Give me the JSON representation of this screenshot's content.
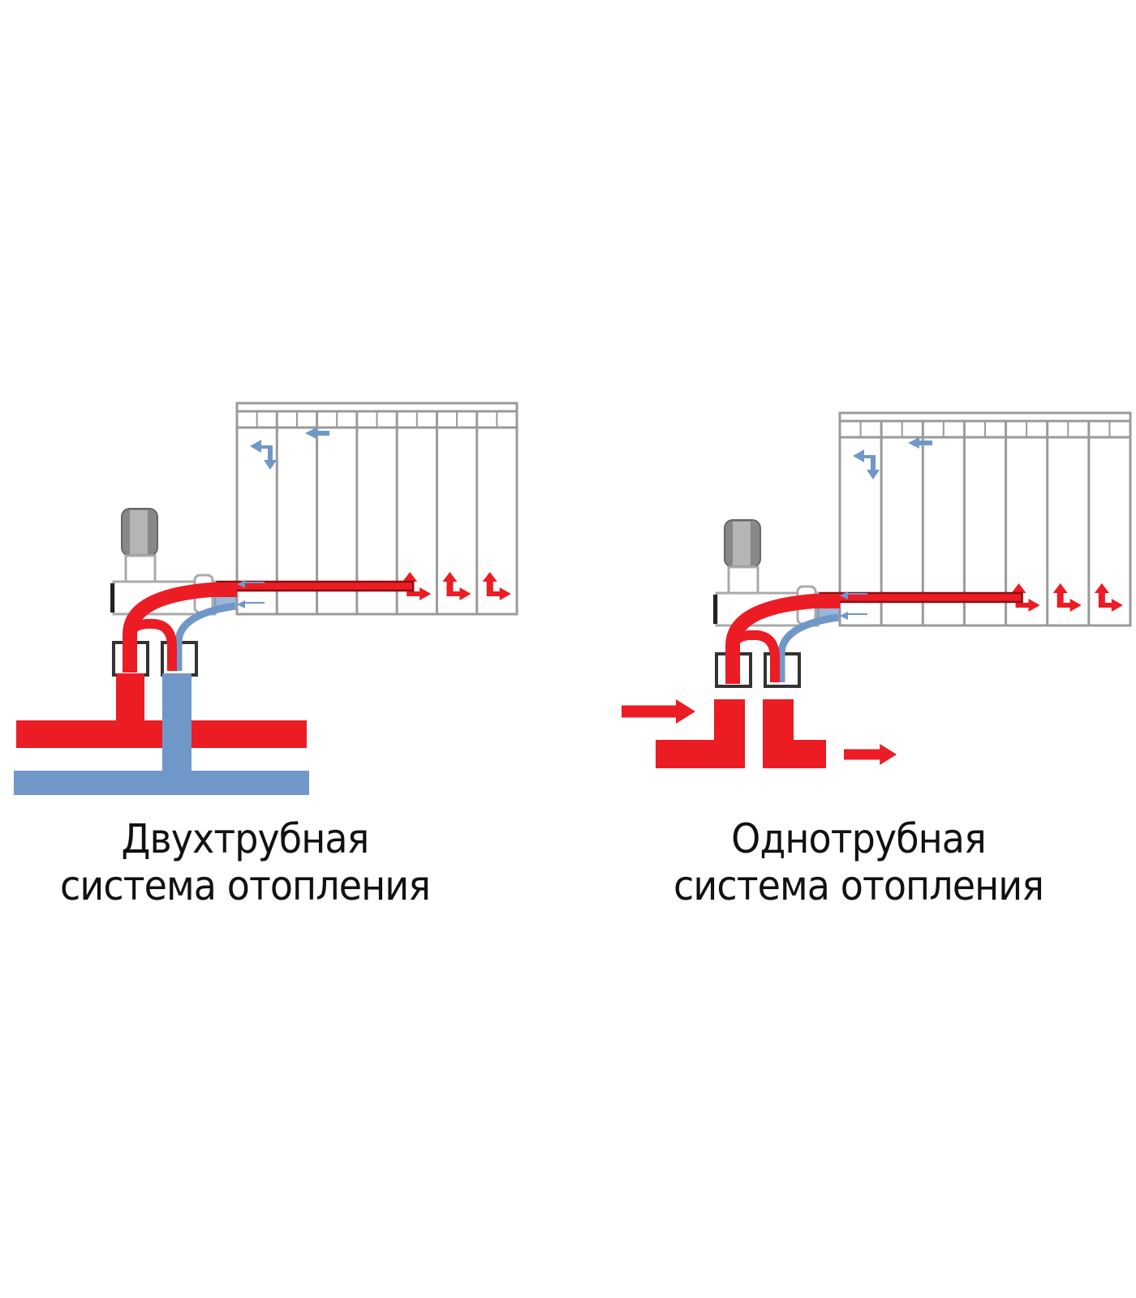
{
  "colors": {
    "hot": "#ec1c24",
    "cold": "#6f97c8",
    "outline": "#9a9a9a",
    "dark_red": "#8b0d12",
    "text": "#111111"
  },
  "diagrams": [
    {
      "id": "two-pipe",
      "caption_line1": "Двухтрубная",
      "caption_line2": "система отопления",
      "radiator_sections": 7
    },
    {
      "id": "one-pipe",
      "caption_line1": "Однотрубная",
      "caption_line2": "система отопления",
      "radiator_sections": 7
    }
  ]
}
